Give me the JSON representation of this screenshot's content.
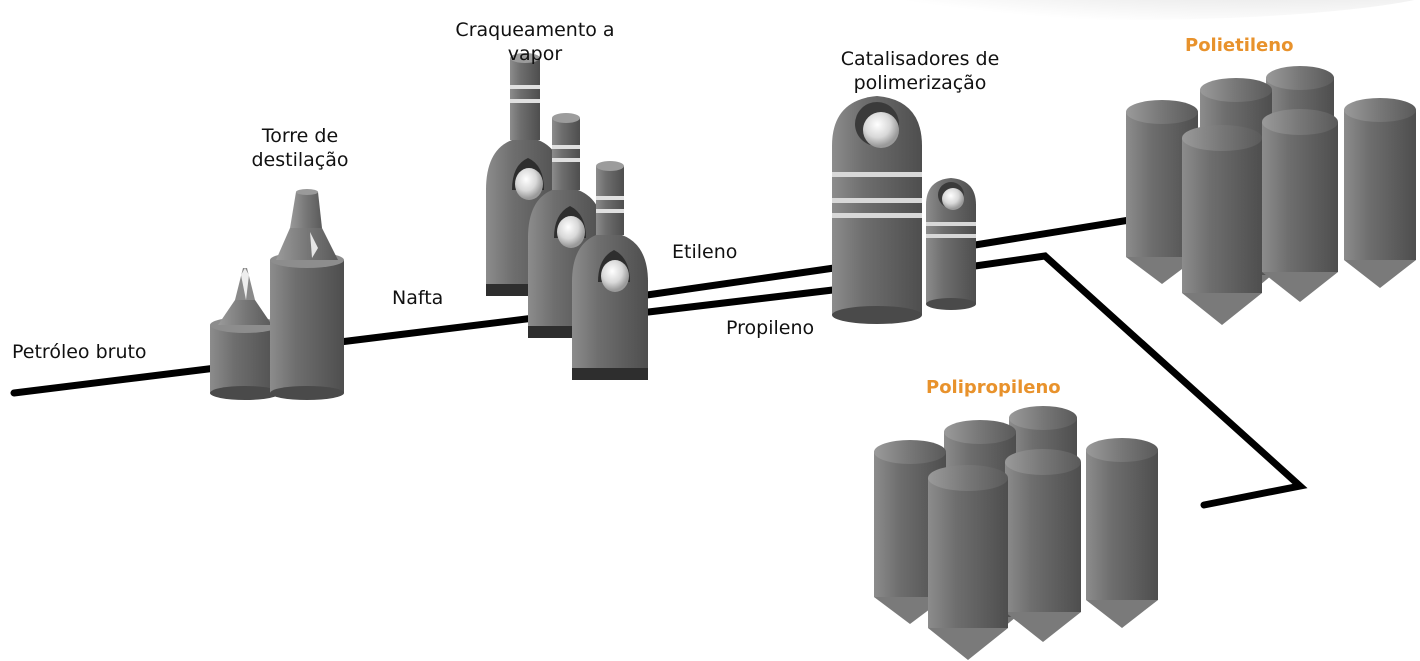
{
  "labels": {
    "crude_oil": "Petróleo bruto",
    "distillation_tower": "Torre de\ndestilação",
    "steam_cracking": "Craqueamento a\nvapor",
    "naphtha": "Nafta",
    "ethylene": "Etileno",
    "propylene": "Propileno",
    "catalysts": "Catalisadores de\npolimerização",
    "polyethylene": "Polietileno",
    "polypropylene": "Polipropileno"
  },
  "colors": {
    "equipment": "#6b6b6b",
    "equipment_dark": "#4d4d4d",
    "equipment_top": "#8a8a8a",
    "pipe": "#000000",
    "accent": "#e8922c",
    "text": "#111111"
  }
}
